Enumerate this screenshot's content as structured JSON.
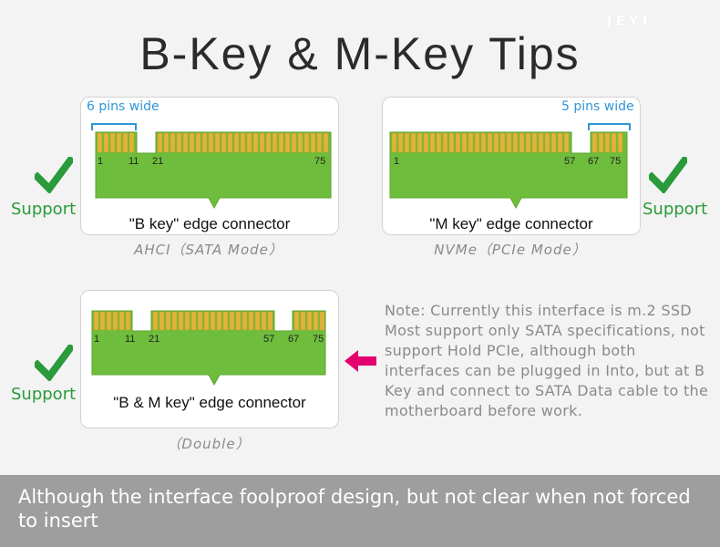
{
  "brand": "JEYI",
  "title": "B-Key & M-Key Tips",
  "colors": {
    "support_green": "#2a9a3a",
    "pcb_green": "#6ebd3c",
    "gold": "#e0b43a",
    "arrow_pink": "#e3006f",
    "label_blue": "#2f96d6",
    "footer_gray": "#9e9e9e"
  },
  "panels": {
    "b_key": {
      "caption": "\"B key\" edge connector",
      "mode": "AHCI（SATA Mode）",
      "width_label": "6 pins wide",
      "pin_labels": [
        "1",
        "11",
        "21",
        "75"
      ],
      "support": "Support"
    },
    "m_key": {
      "caption": "\"M key\" edge connector",
      "mode": "NVMe（PCIe Mode）",
      "width_label": "5 pins wide",
      "pin_labels": [
        "1",
        "57",
        "67",
        "75"
      ],
      "support": "Support"
    },
    "bm_key": {
      "caption": "\"B & M key\" edge connector",
      "mode": "（Double）",
      "pin_labels": [
        "1",
        "11",
        "21",
        "57",
        "67",
        "75"
      ],
      "support": "Support"
    }
  },
  "note": "Note: Currently this interface is m.2 SSD Most support only SATA specifications, not support Hold PCIe, although both interfaces can be plugged in Into, but at B Key and connect to SATA Data cable to the motherboard before work.",
  "footer": "Although the interface foolproof design, but not clear when not forced to insert",
  "icons": {
    "check": "check-icon",
    "arrow": "arrow-left-icon"
  }
}
